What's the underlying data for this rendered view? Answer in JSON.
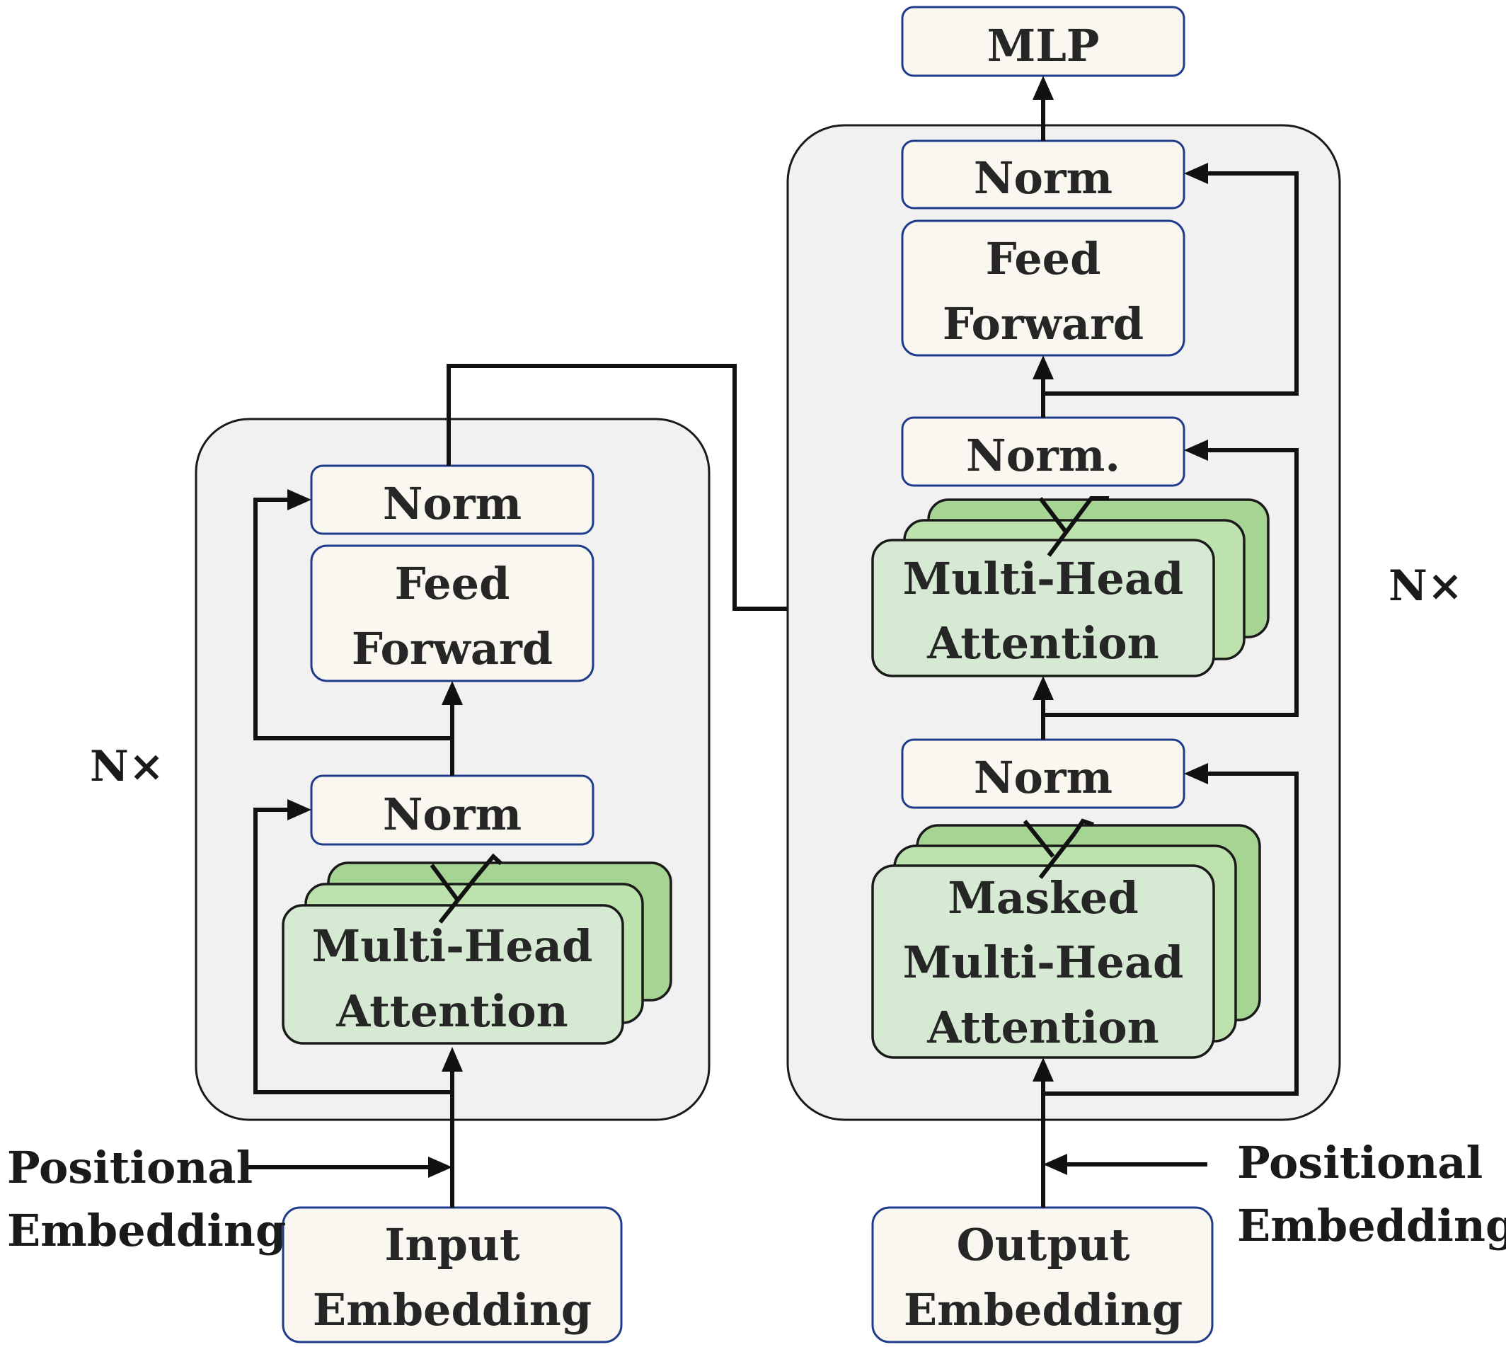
{
  "encoder": {
    "repeat_label": "N×",
    "norm_top": "Norm",
    "feed_forward": [
      "Feed",
      "Forward"
    ],
    "norm_bottom": "Norm",
    "attention": [
      "Multi-Head",
      "Attention"
    ],
    "input_embedding": [
      "Input",
      "Embedding"
    ],
    "positional": [
      "Positional",
      "Embedding"
    ]
  },
  "decoder": {
    "repeat_label": "N×",
    "mlp": "MLP",
    "norm_top": "Norm",
    "feed_forward": [
      "Feed",
      "Forward"
    ],
    "norm_middle": "Norm.",
    "cross_attention": [
      "Multi-Head",
      "Attention"
    ],
    "norm_bottom": "Norm",
    "masked_attention": [
      "Masked",
      "Multi-Head",
      "Attention"
    ],
    "output_embedding": [
      "Output",
      "Embedding"
    ],
    "positional": [
      "Positional",
      "Embedding"
    ]
  },
  "colors": {
    "box_fill": "#f9f7ef",
    "box_border": "#1f3c8c",
    "attention_fill": "#d6ead3",
    "attention_stack": "#a6d492",
    "block_background": "#f1f1f1"
  }
}
